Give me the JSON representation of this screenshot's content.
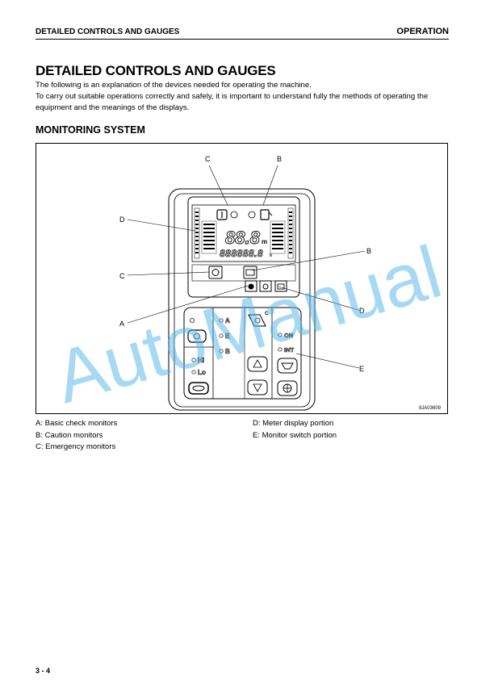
{
  "header": {
    "left": "DETAILED CONTROLS AND GAUGES",
    "right": "OPERATION"
  },
  "title": "DETAILED CONTROLS AND GAUGES",
  "intro": [
    "The following is an explanation of the devices needed for operating the machine.",
    "To carry out suitable operations correctly and safely, it is important to understand fully the methods of operating the equipment and the meanings of the displays."
  ],
  "section": {
    "title": "MONITORING SYSTEM"
  },
  "figure": {
    "code": "9JA03609",
    "callouts": {
      "top_c": "C",
      "top_b": "B",
      "d_left": "D",
      "b_right": "B",
      "c_left": "C",
      "d_right": "D",
      "a_left": "A",
      "e_right": "E"
    },
    "display": {
      "main_digits": "88.8",
      "main_unit": "m",
      "sub_digits": "888888.8",
      "sub_unit": "h"
    },
    "switch_panel": {
      "mode_a": "A",
      "mode_e": "E",
      "mode_b": "B",
      "mode_c": "C",
      "hi": "Hi",
      "lo": "Lo",
      "on": "ON",
      "int": "INT"
    }
  },
  "legend": {
    "left": [
      "A: Basic check monitors",
      "B: Caution monitors",
      "C: Emergency monitors"
    ],
    "right": [
      "D: Meter display portion",
      "E: Monitor switch portion"
    ]
  },
  "watermark": "AutoManual",
  "page_number": "3 - 4"
}
